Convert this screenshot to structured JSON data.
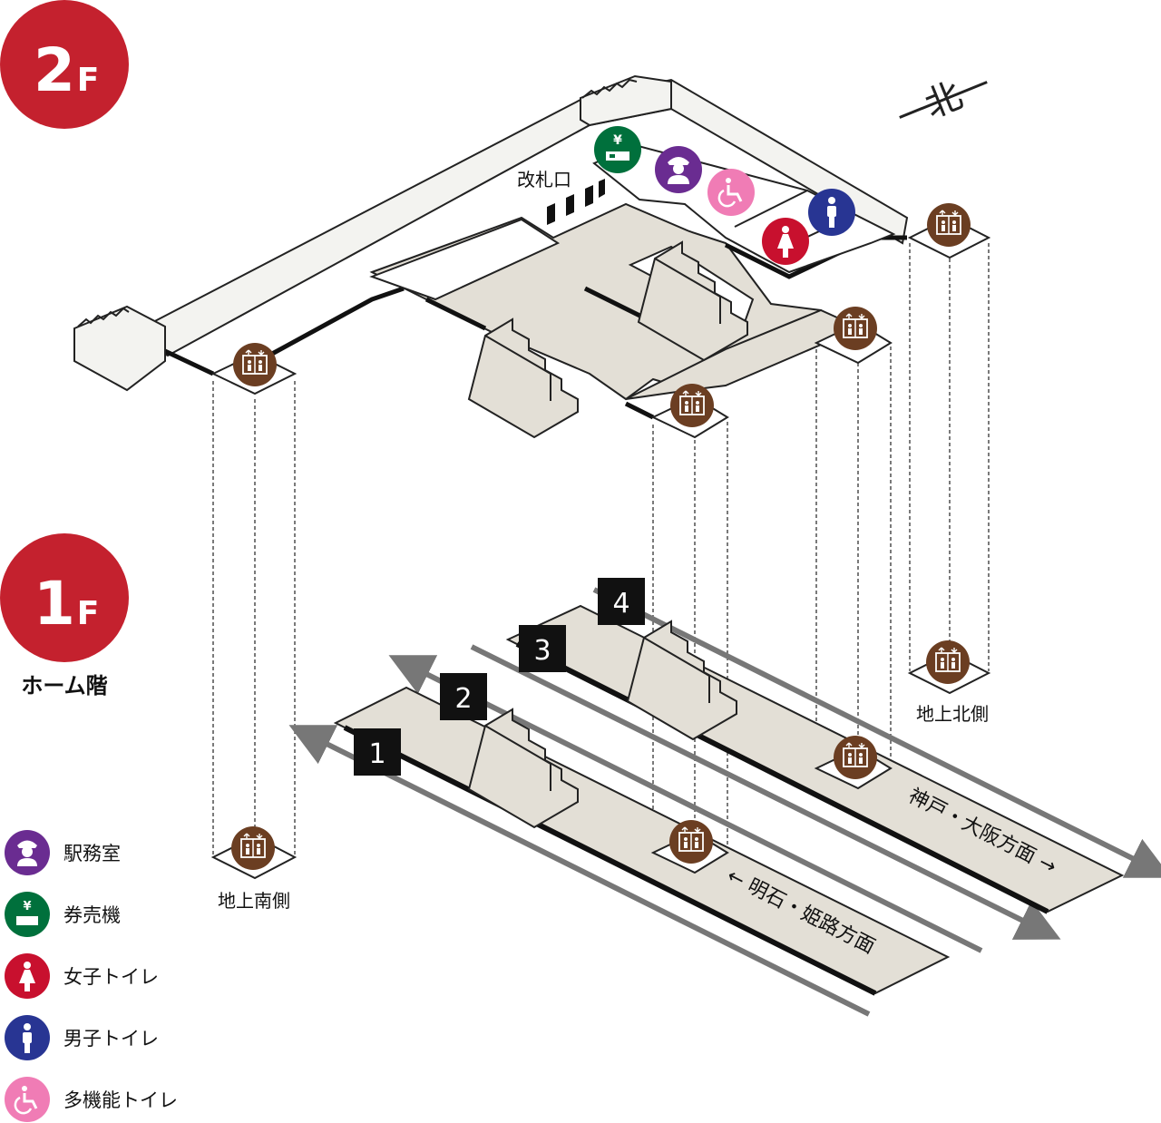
{
  "floors": {
    "upper": {
      "number": "2",
      "suffix": "F"
    },
    "lower": {
      "number": "1",
      "suffix": "F",
      "name": "ホーム階"
    }
  },
  "north_mark": "北",
  "labels": {
    "gate": "改札口",
    "exit_north": "地上北側",
    "exit_south": "地上南側",
    "direction_kobe": "神戸・大阪方面 →",
    "direction_akashi": "← 明石・姫路方面"
  },
  "platforms": [
    "1",
    "2",
    "3",
    "4"
  ],
  "legend": [
    {
      "icon": "station-office-icon",
      "label": "駅務室",
      "color": "#6a2c91"
    },
    {
      "icon": "ticket-machine-icon",
      "label": "券売機",
      "color": "#00703c"
    },
    {
      "icon": "womens-toilet-icon",
      "label": "女子トイレ",
      "color": "#c8102e"
    },
    {
      "icon": "mens-toilet-icon",
      "label": "男子トイレ",
      "color": "#283593"
    },
    {
      "icon": "accessible-toilet-icon",
      "label": "多機能トイレ",
      "color": "#f07cb5"
    }
  ],
  "colors": {
    "floor_badge": "#c4212e",
    "concourse_fill": "#e3dfd6",
    "elevator": "#6b3e22",
    "rail": "#777777"
  }
}
